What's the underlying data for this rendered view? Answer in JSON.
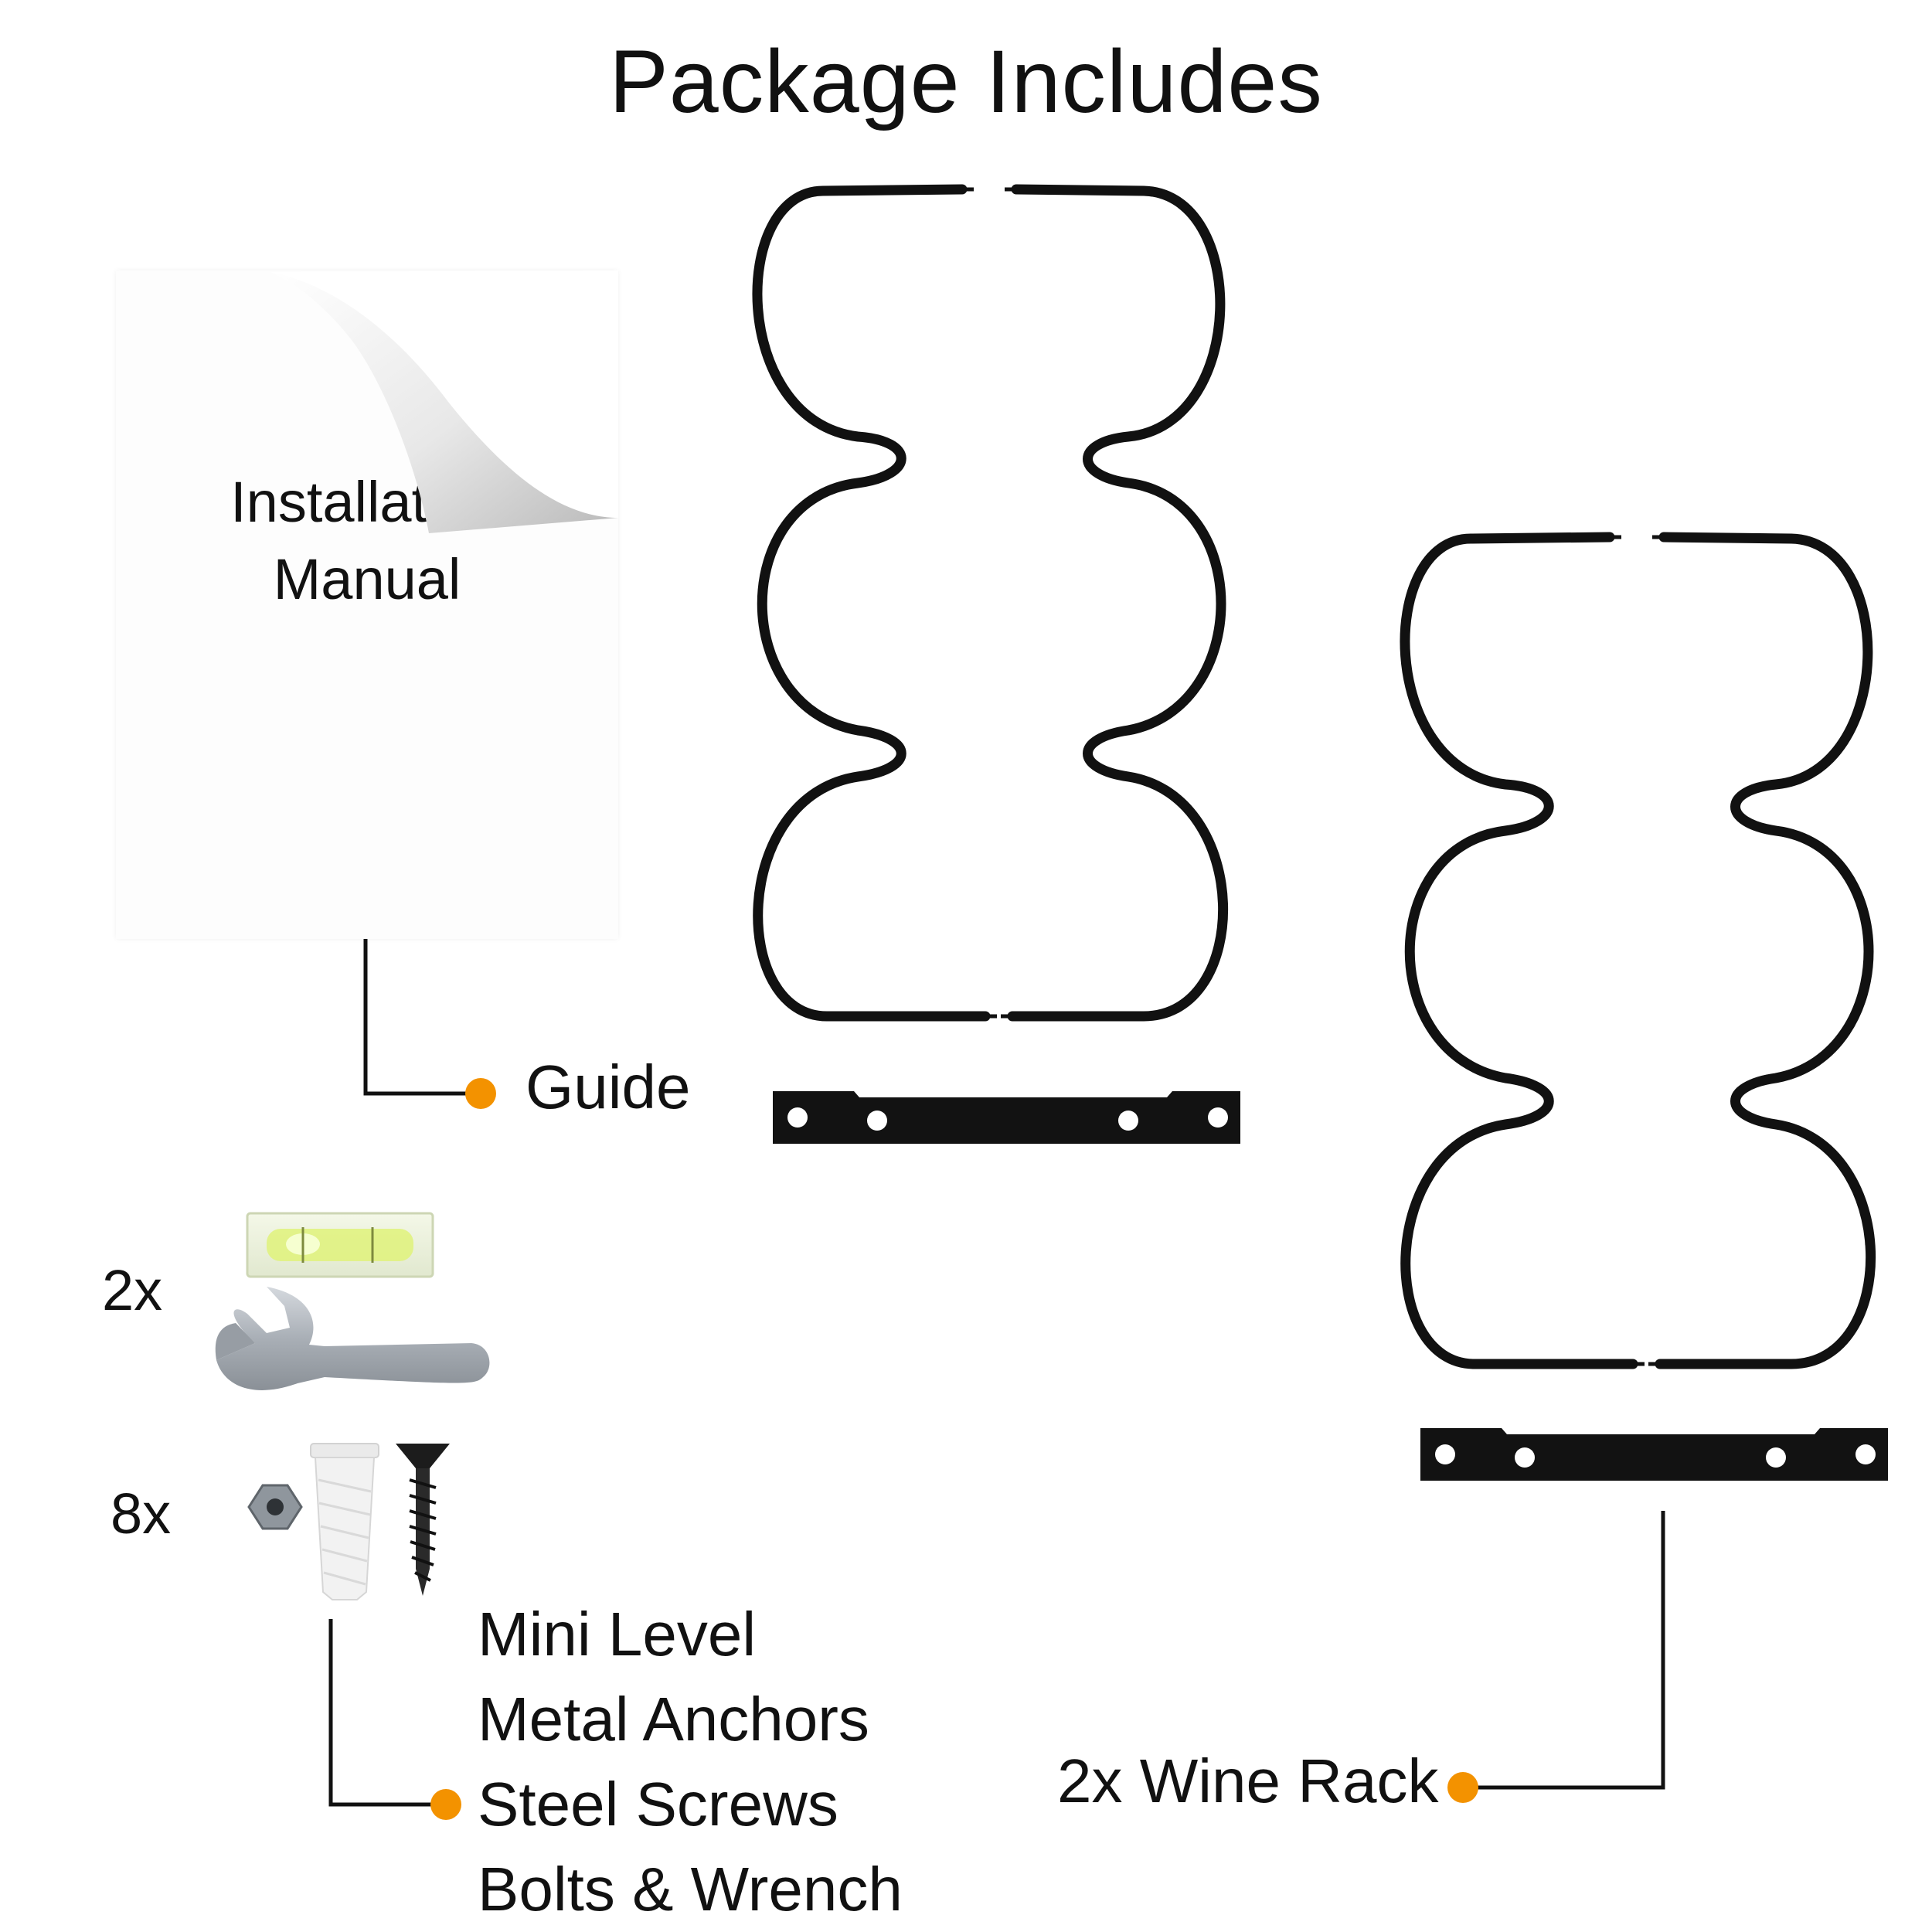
{
  "title": "Package Includes",
  "manual": {
    "line1": "Installation",
    "line2": "Manual"
  },
  "labels": {
    "guide": "Guide",
    "wine_rack": "2x Wine Rack",
    "qty_level_wrench": "2x",
    "qty_hardware": "8x",
    "hardware_list": [
      "Mini Level",
      "Metal Anchors",
      "Steel Screws",
      "Bolts & Wrench"
    ]
  },
  "colors": {
    "accent_dot": "#F39200",
    "rack_metal": "#111111",
    "level_vial": "#D8F05A",
    "wrench_steel": "#AEB4BB"
  },
  "icons": [
    "manual-page-curl",
    "wine-rack-frame",
    "mounting-bar",
    "bubble-level",
    "wrench",
    "hex-nut",
    "wall-anchor",
    "screw"
  ]
}
